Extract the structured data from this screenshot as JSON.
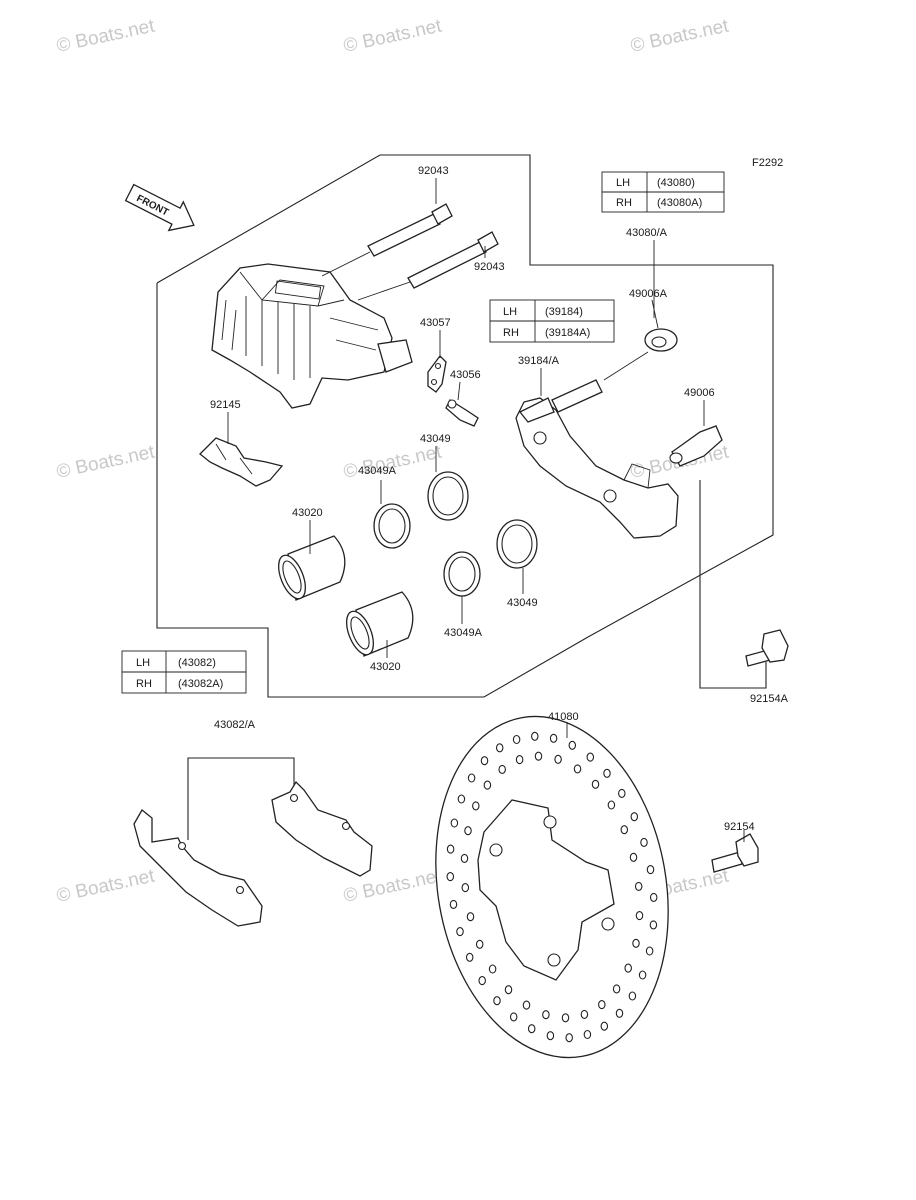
{
  "figure_code": "F2292",
  "front_label": "FRONT",
  "watermark": "© Boats.net",
  "tables": {
    "caliper_assy": {
      "rows": [
        {
          "side": "LH",
          "part": "(43080)"
        },
        {
          "side": "RH",
          "part": "(43080A)"
        }
      ]
    },
    "bracket": {
      "rows": [
        {
          "side": "LH",
          "part": "(39184)"
        },
        {
          "side": "RH",
          "part": "(39184A)"
        }
      ]
    },
    "pads": {
      "rows": [
        {
          "side": "LH",
          "part": "(43082)"
        },
        {
          "side": "RH",
          "part": "(43082A)"
        }
      ]
    }
  },
  "callouts": {
    "pin_top": "92043",
    "pin_second": "92043",
    "caliper_assy": "43080/A",
    "boot_a": "49006A",
    "spring": "43057",
    "bleeder": "43056",
    "bracket": "39184/A",
    "boot": "49006",
    "pad_spring": "92145",
    "seal_upper": "43049",
    "seal_dust": "43049A",
    "piston_upper": "43020",
    "piston_lower": "43020",
    "seal_right": "43049",
    "seal_lower": "43049A",
    "bolt_a": "92154A",
    "pads": "43082/A",
    "disc": "41080",
    "bolt": "92154"
  },
  "colors": {
    "line": "#222222",
    "watermark": "#c8c8c8",
    "background": "#ffffff"
  },
  "icons": [
    "front-arrow-icon"
  ]
}
